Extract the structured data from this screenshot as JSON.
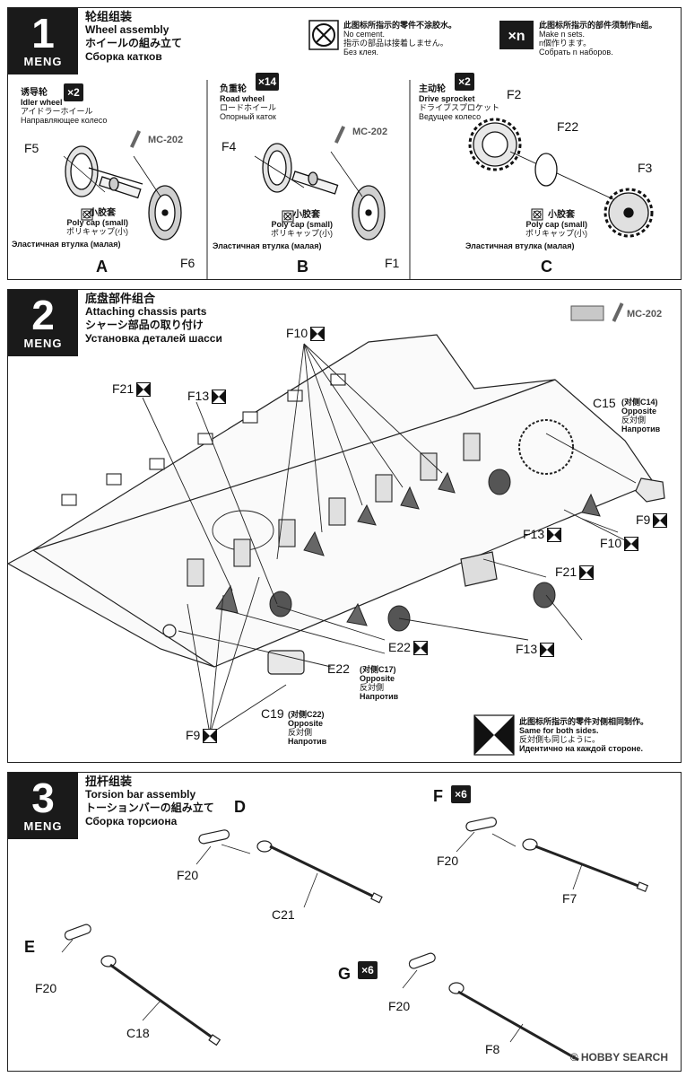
{
  "brand": "MENG",
  "step1": {
    "num": "1",
    "title_cn": "轮组组装",
    "title_en": "Wheel assembly",
    "title_jp": "ホイールの組み立て",
    "title_ru": "Сборка катков",
    "no_cement": {
      "cn": "此图标所指示的零件不涂胶水。",
      "en": "No cement.",
      "jp": "指示の部品は接着しません。",
      "ru": "Без клея."
    },
    "make_n": {
      "icon": "×n",
      "cn": "此图标所指示的部件须制作n组。",
      "en": "Make n sets.",
      "jp": "n個作ります。",
      "ru": "Собрать n наборов."
    },
    "paint": "MC-202",
    "polycap": {
      "cn": "小胶套",
      "en": "Poly cap (small)",
      "jp": "ポリキャップ(小)",
      "ru": "Эластичная втулка (малая)"
    },
    "A": {
      "letter": "A",
      "cn": "诱导轮",
      "en": "Idler wheel",
      "jp": "アイドラーホイール",
      "ru": "Направляющее колесо",
      "mult": "×2",
      "p1": "F5",
      "p2": "F6"
    },
    "B": {
      "letter": "B",
      "cn": "负重轮",
      "en": "Road wheel",
      "jp": "ロードホイール",
      "ru": "Опорный каток",
      "mult": "×14",
      "p1": "F4",
      "p2": "F1"
    },
    "C": {
      "letter": "C",
      "cn": "主动轮",
      "en": "Drive sprocket",
      "jp": "ドライブスプロケット",
      "ru": "Ведущее колесо",
      "mult": "×2",
      "p1": "F2",
      "p2": "F22",
      "p3": "F3"
    }
  },
  "step2": {
    "num": "2",
    "title_cn": "底盘部件组合",
    "title_en": "Attaching chassis parts",
    "title_jp": "シャーシ部品の取り付け",
    "title_ru": "Установка деталей шасси",
    "paint": "MC-202",
    "opposite": {
      "cn": "对侧",
      "en": "Opposite",
      "jp": "反対側",
      "ru": "Напротив"
    },
    "labels": {
      "f10a": "F10",
      "f21a": "F21",
      "f13a": "F13",
      "c15": "C15",
      "c14": "C14",
      "f9a": "F9",
      "f10b": "F10",
      "f13b": "F13",
      "f21b": "F21",
      "f13c": "F13",
      "e22a": "E22",
      "e22b": "E22",
      "c17": "C17",
      "c19": "C19",
      "c22": "C22",
      "f9b": "F9"
    },
    "same_both": {
      "cn": "此图标所指示的零件对侧相同制作。",
      "en": "Same for both sides.",
      "jp": "反対側も同じように。",
      "ru": "Идентично на каждой стороне."
    }
  },
  "step3": {
    "num": "3",
    "title_cn": "扭杆组装",
    "title_en": "Torsion bar assembly",
    "title_jp": "トーションバーの組み立て",
    "title_ru": "Сборка торсиона",
    "D": {
      "letter": "D",
      "p1": "F20",
      "p2": "C21"
    },
    "E": {
      "letter": "E",
      "p1": "F20",
      "p2": "C18"
    },
    "F": {
      "letter": "F",
      "mult": "×6",
      "p1": "F20",
      "p2": "F7"
    },
    "G": {
      "letter": "G",
      "mult": "×6",
      "p1": "F20",
      "p2": "F8"
    }
  },
  "footer": "© HOBBY SEARCH"
}
